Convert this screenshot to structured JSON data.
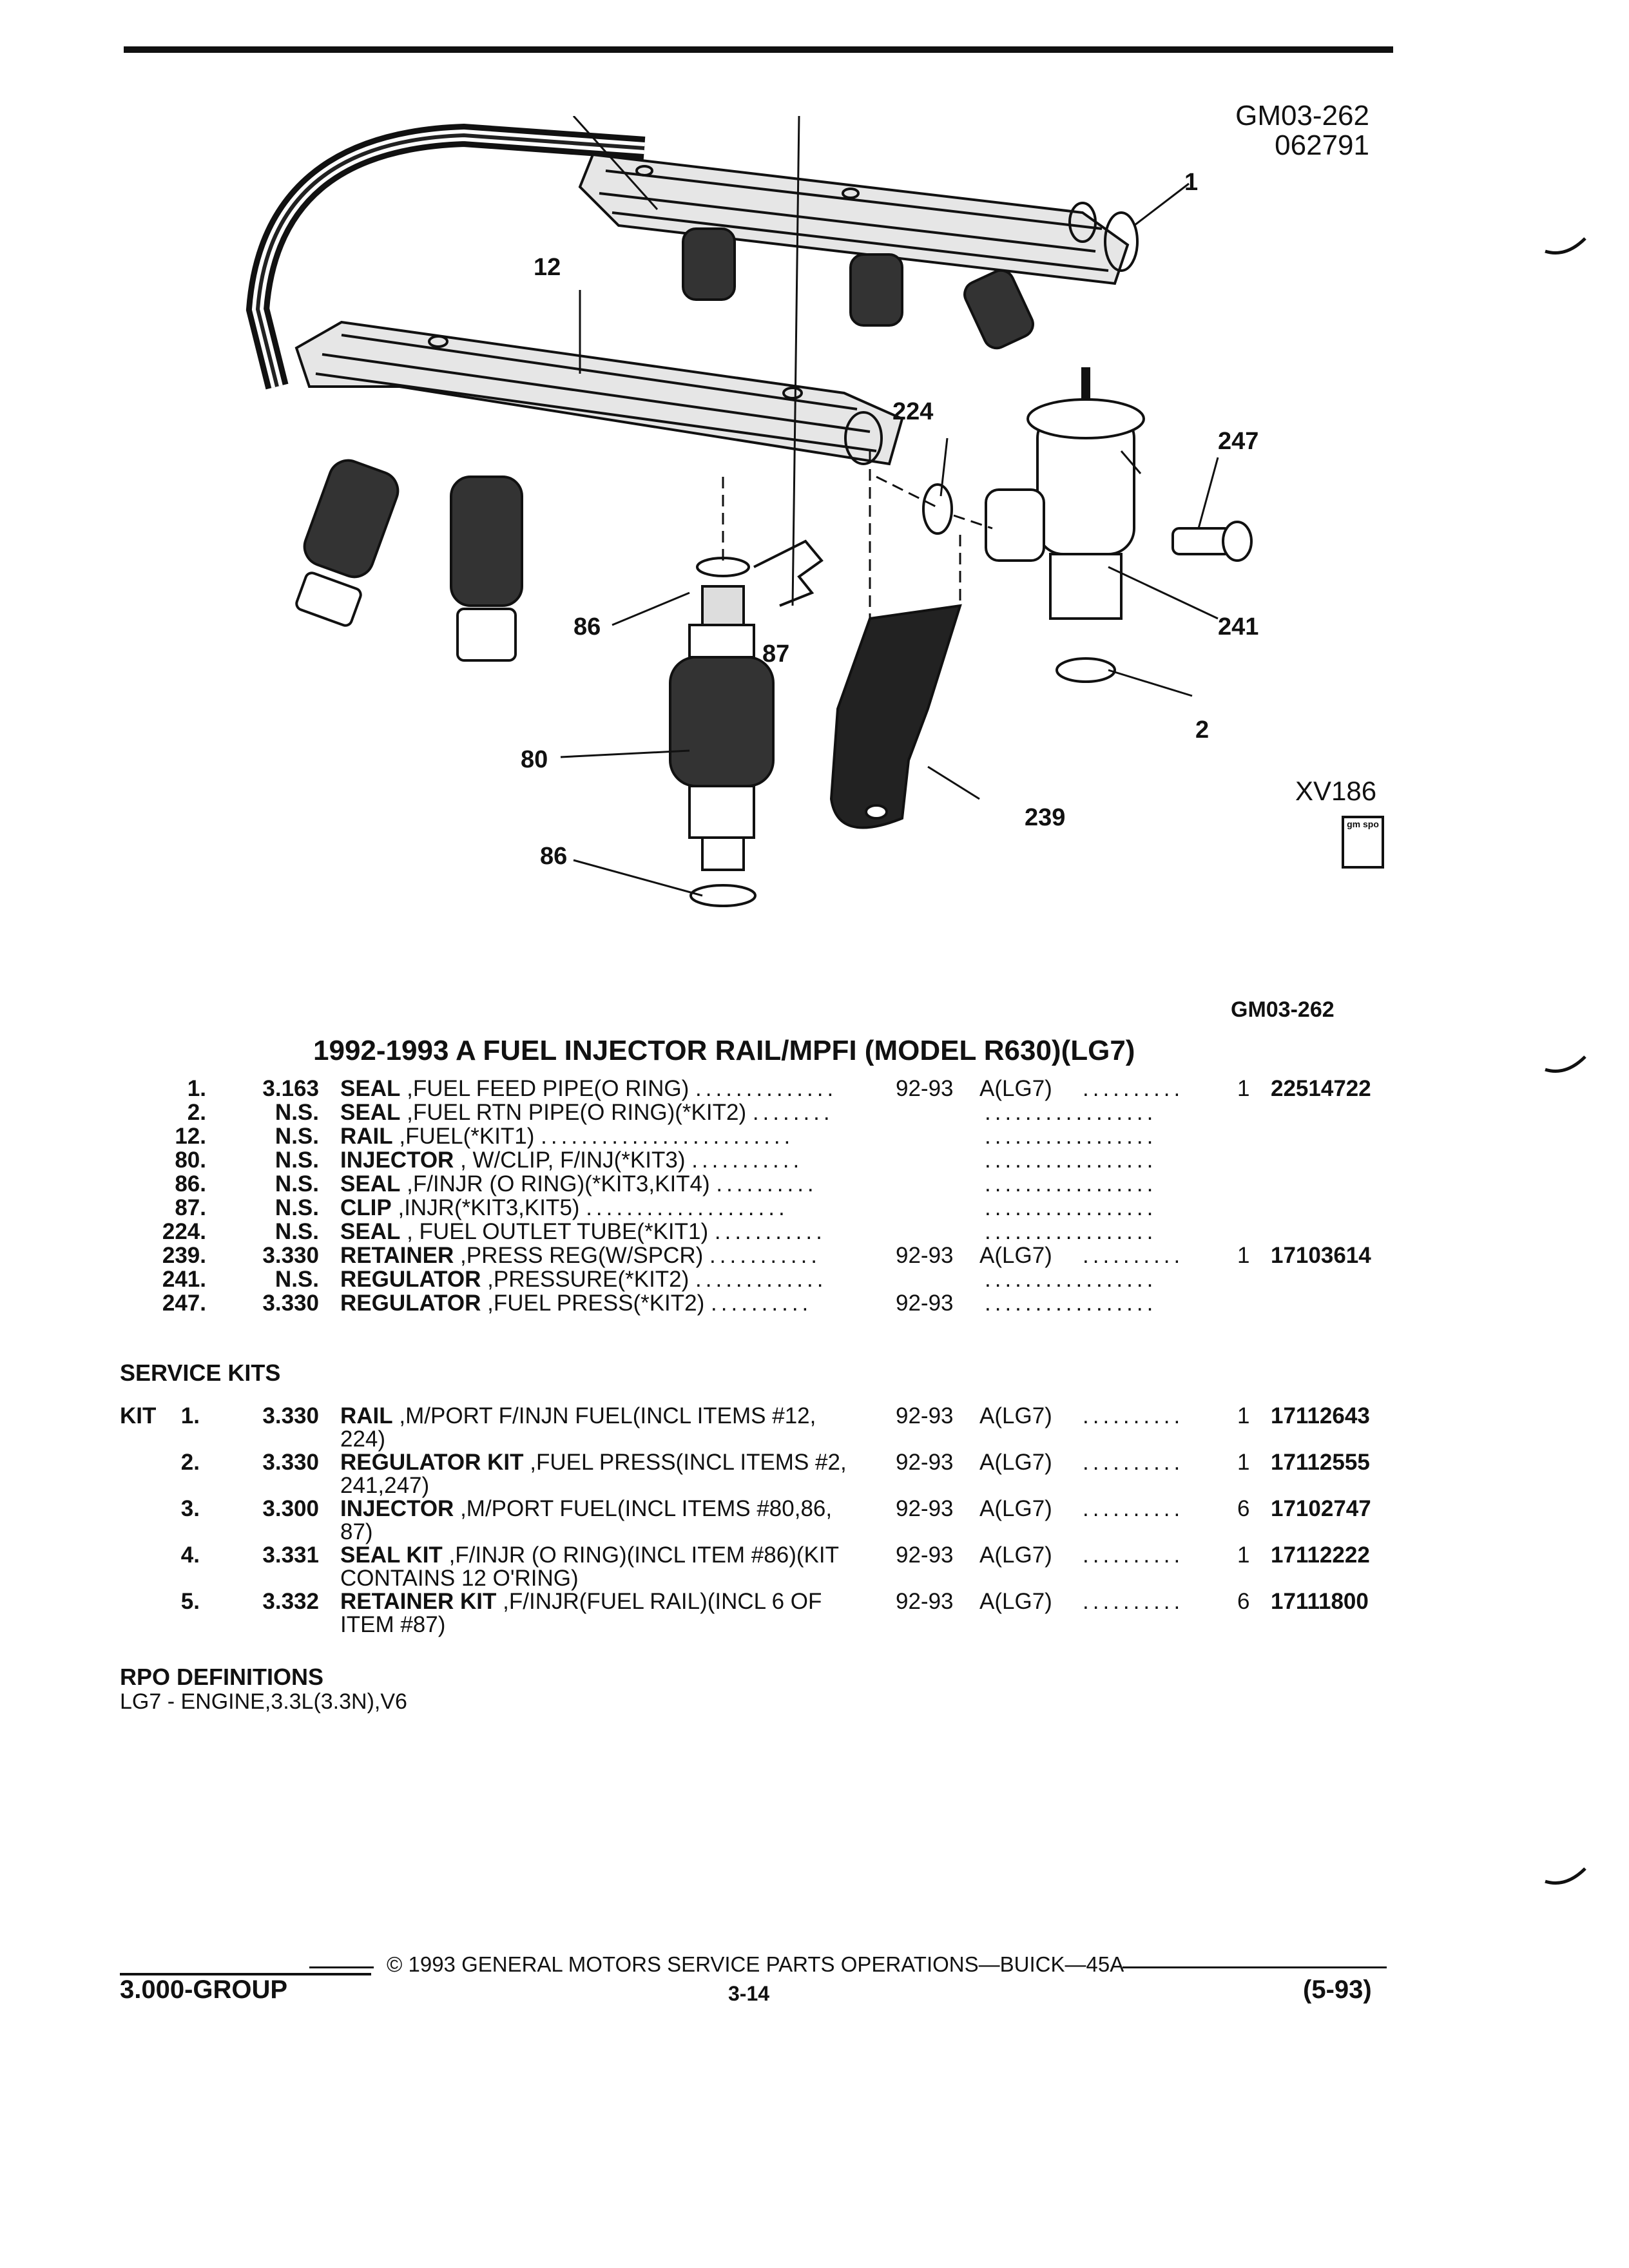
{
  "header": {
    "code": "GM03-262",
    "date": "062791"
  },
  "diagram": {
    "callouts": [
      "1",
      "12",
      "224",
      "247",
      "241",
      "86",
      "87",
      "2",
      "80",
      "239",
      "86"
    ],
    "figure_id": "XV186",
    "logo_text": "gm spo",
    "caption_code": "GM03-262"
  },
  "title": "1992-1993 A FUEL INJECTOR RAIL/MPFI (MODEL R630)(LG7)",
  "parts": [
    {
      "num": "1.",
      "group": "3.163",
      "name": "SEAL",
      "desc": ",FUEL FEED PIPE(O RING)",
      "years": "92-93",
      "model": "A(LG7)",
      "qty": "1",
      "pn": "22514722"
    },
    {
      "num": "2.",
      "group": "N.S.",
      "name": "SEAL",
      "desc": ",FUEL RTN PIPE(O RING)(*KIT2)",
      "years": "",
      "model": "",
      "qty": "",
      "pn": ""
    },
    {
      "num": "12.",
      "group": "N.S.",
      "name": "RAIL",
      "desc": ",FUEL(*KIT1)",
      "years": "",
      "model": "",
      "qty": "",
      "pn": ""
    },
    {
      "num": "80.",
      "group": "N.S.",
      "name": "INJECTOR",
      "desc": ", W/CLIP, F/INJ(*KIT3)",
      "years": "",
      "model": "",
      "qty": "",
      "pn": ""
    },
    {
      "num": "86.",
      "group": "N.S.",
      "name": "SEAL",
      "desc": ",F/INJR (O RING)(*KIT3,KIT4)",
      "years": "",
      "model": "",
      "qty": "",
      "pn": ""
    },
    {
      "num": "87.",
      "group": "N.S.",
      "name": "CLIP",
      "desc": ",INJR(*KIT3,KIT5)",
      "years": "",
      "model": "",
      "qty": "",
      "pn": ""
    },
    {
      "num": "224.",
      "group": "N.S.",
      "name": "SEAL",
      "desc": ", FUEL OUTLET TUBE(*KIT1)",
      "years": "",
      "model": "",
      "qty": "",
      "pn": ""
    },
    {
      "num": "239.",
      "group": "3.330",
      "name": "RETAINER",
      "desc": ",PRESS REG(W/SPCR)",
      "years": "92-93",
      "model": "A(LG7)",
      "qty": "1",
      "pn": "17103614"
    },
    {
      "num": "241.",
      "group": "N.S.",
      "name": "REGULATOR",
      "desc": ",PRESSURE(*KIT2)",
      "years": "",
      "model": "",
      "qty": "",
      "pn": ""
    },
    {
      "num": "247.",
      "group": "3.330",
      "name": "REGULATOR",
      "desc": ",FUEL PRESS(*KIT2)",
      "years": "92-93",
      "model": "",
      "qty": "",
      "pn": ""
    }
  ],
  "service_kits": {
    "heading": "SERVICE KITS",
    "kit_label": "KIT",
    "items": [
      {
        "num": "1.",
        "group": "3.330",
        "name": "RAIL",
        "line1": ",M/PORT F/INJN FUEL(INCL ITEMS #12,",
        "line2": "224)",
        "years": "92-93",
        "model": "A(LG7)",
        "qty": "1",
        "pn": "17112643"
      },
      {
        "num": "2.",
        "group": "3.330",
        "name": "REGULATOR KIT",
        "line1": ",FUEL PRESS(INCL ITEMS #2,",
        "line2": "241,247)",
        "years": "92-93",
        "model": "A(LG7)",
        "qty": "1",
        "pn": "17112555"
      },
      {
        "num": "3.",
        "group": "3.300",
        "name": "INJECTOR",
        "line1": ",M/PORT FUEL(INCL ITEMS #80,86,",
        "line2": "87)",
        "years": "92-93",
        "model": "A(LG7)",
        "qty": "6",
        "pn": "17102747"
      },
      {
        "num": "4.",
        "group": "3.331",
        "name": "SEAL KIT",
        "line1": ",F/INJR (O RING)(INCL ITEM #86)(KIT",
        "line2": "CONTAINS 12 O'RING)",
        "years": "92-93",
        "model": "A(LG7)",
        "qty": "1",
        "pn": "17112222"
      },
      {
        "num": "5.",
        "group": "3.332",
        "name": "RETAINER KIT",
        "line1": ",F/INJR(FUEL RAIL)(INCL 6 OF",
        "line2": "ITEM #87)",
        "years": "92-93",
        "model": "A(LG7)",
        "qty": "6",
        "pn": "17111800"
      }
    ]
  },
  "rpo": {
    "heading": "RPO DEFINITIONS",
    "definition": "LG7 - ENGINE,3.3L(3.3N),V6"
  },
  "footer": {
    "copyright": "© 1993 GENERAL MOTORS SERVICE PARTS OPERATIONS—BUICK—45A",
    "group": "3.000-GROUP",
    "page": "3-14",
    "date": "(5-93)"
  }
}
